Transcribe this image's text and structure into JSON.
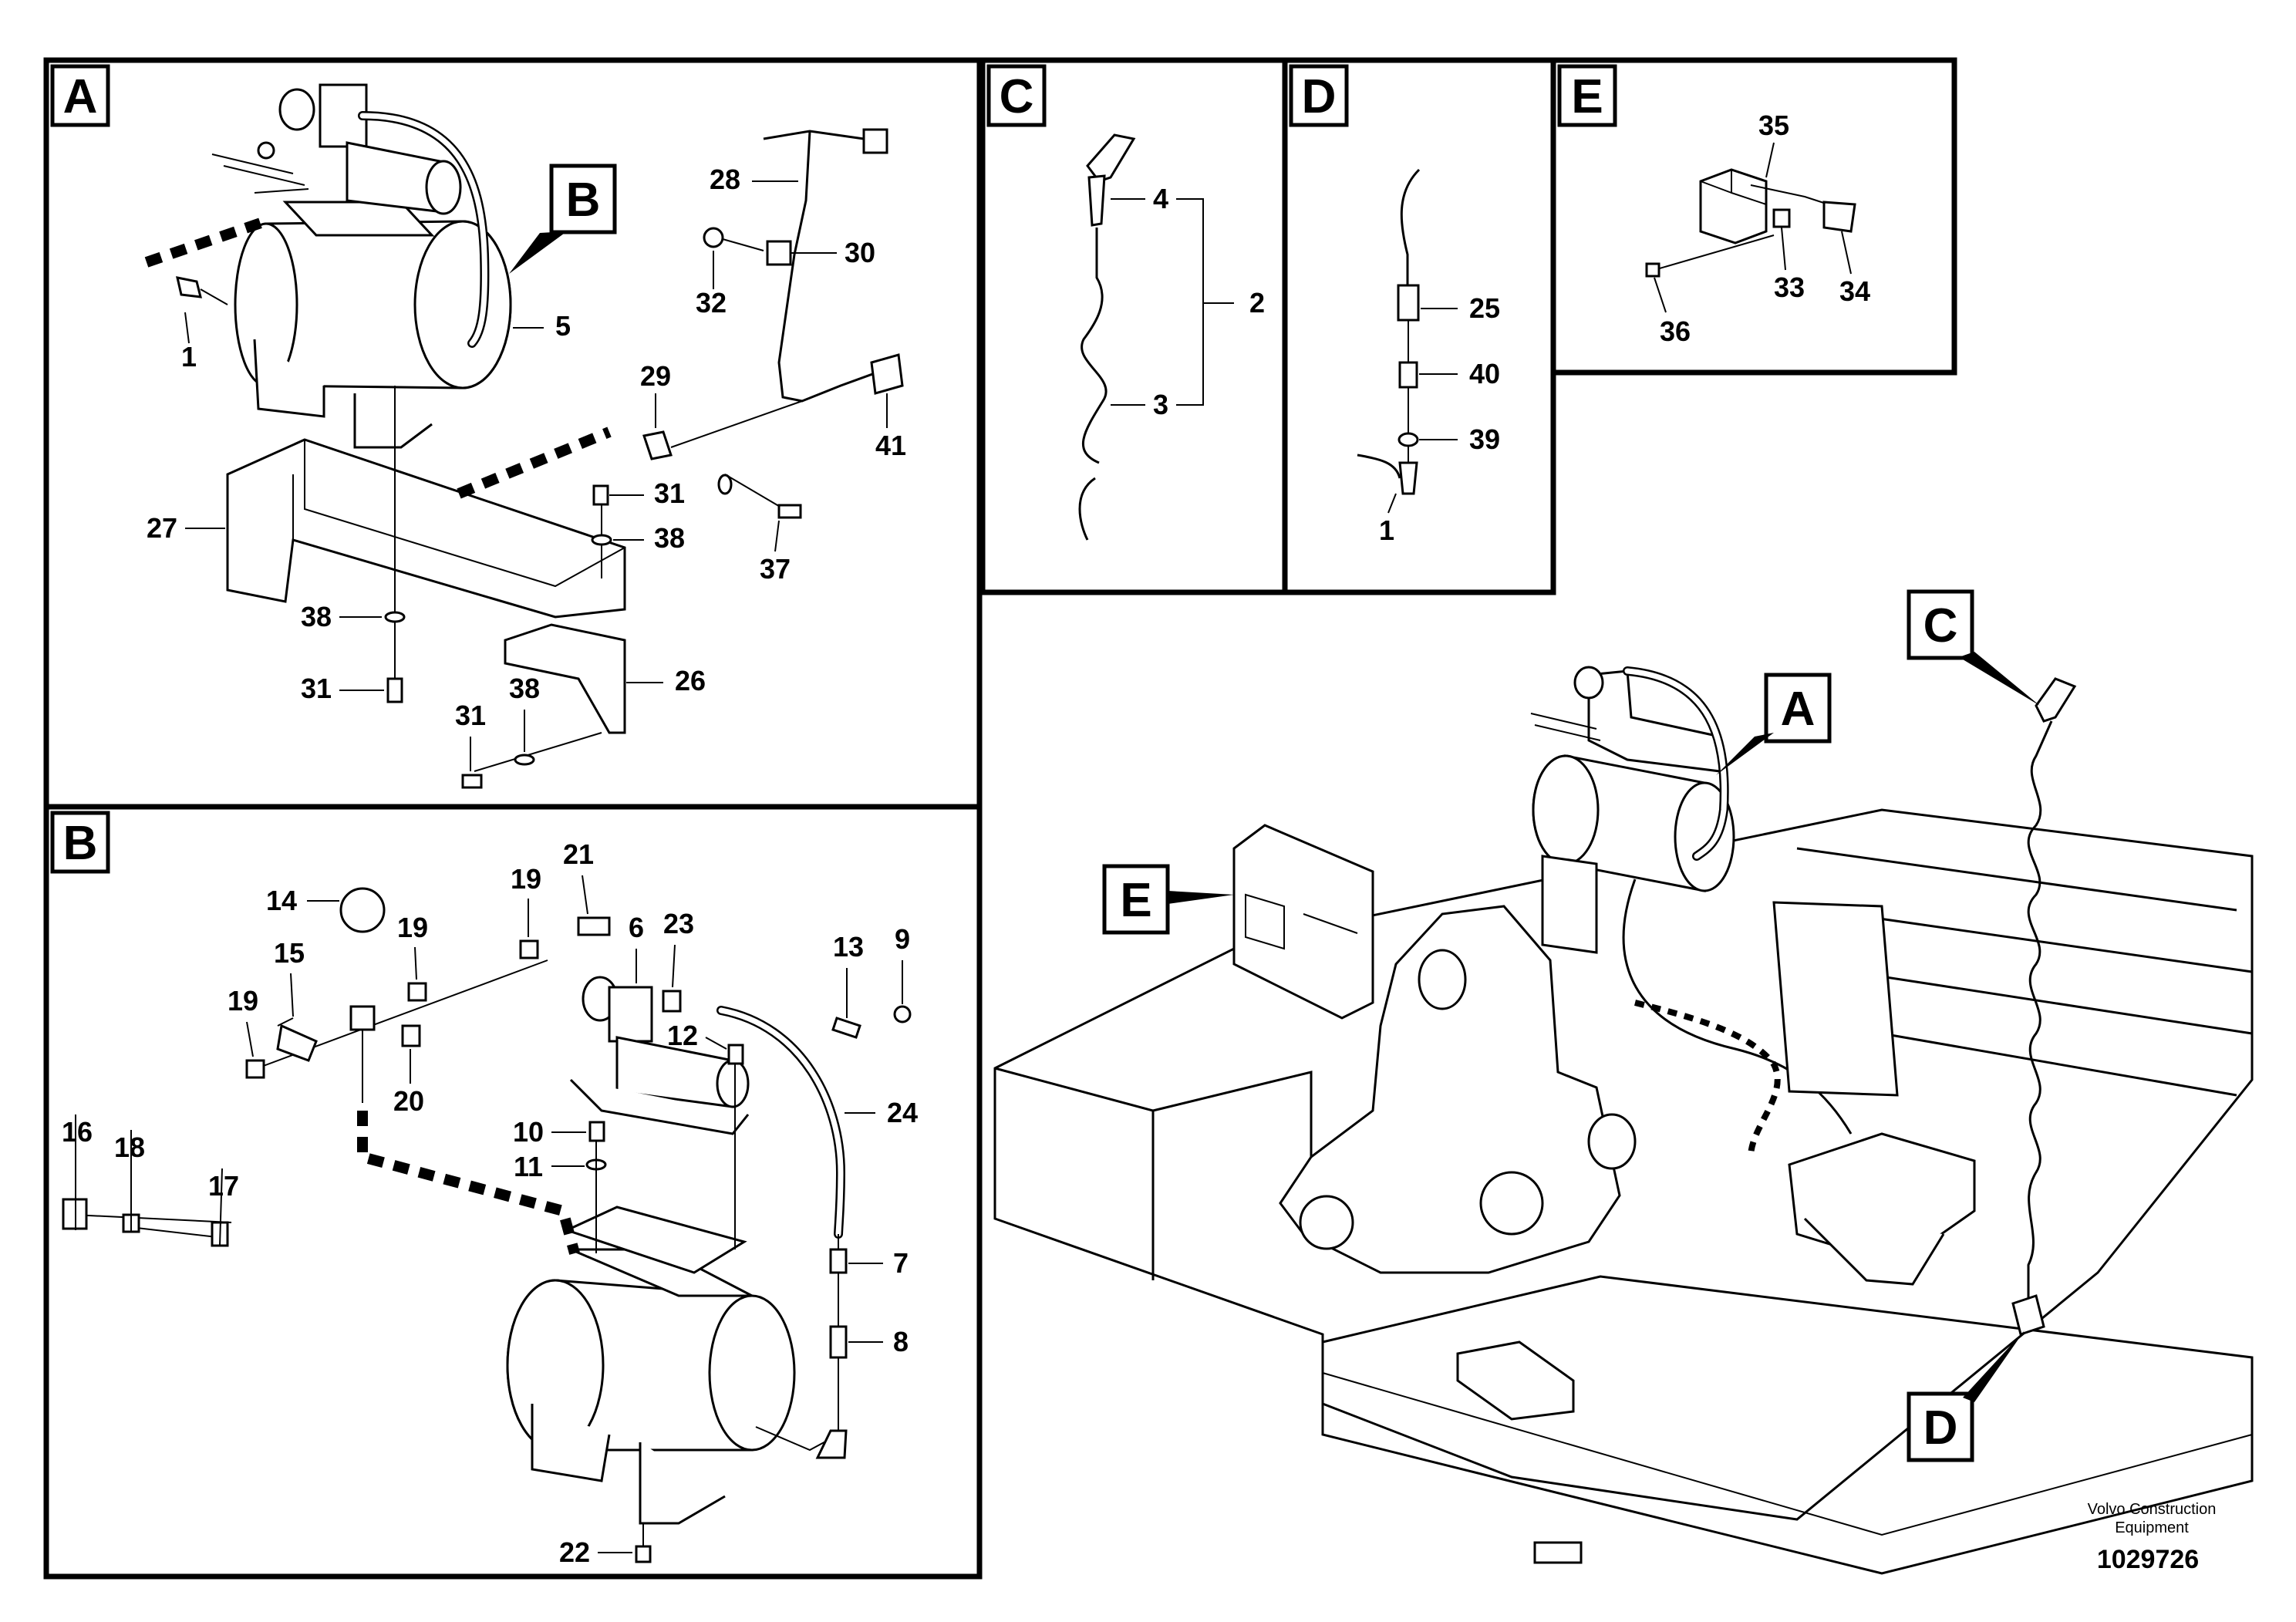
{
  "panels": {
    "A": {
      "tag": "A",
      "ref_B": "B",
      "labels": [
        "1",
        "5",
        "28",
        "30",
        "32",
        "29",
        "41",
        "31",
        "38",
        "37",
        "27",
        "38",
        "31",
        "38",
        "26",
        "31"
      ]
    },
    "B": {
      "tag": "B",
      "labels": [
        "14",
        "21",
        "19",
        "19",
        "15",
        "19",
        "16",
        "18",
        "17",
        "20",
        "6",
        "23",
        "13",
        "9",
        "12",
        "24",
        "10",
        "11",
        "7",
        "8",
        "22"
      ]
    },
    "C": {
      "tag": "C",
      "labels": [
        "4",
        "2",
        "3"
      ]
    },
    "D": {
      "tag": "D",
      "labels": [
        "25",
        "40",
        "39",
        "1"
      ]
    },
    "E": {
      "tag": "E",
      "labels": [
        "35",
        "33",
        "34",
        "36"
      ]
    }
  },
  "overview": {
    "tags": [
      "A",
      "C",
      "E",
      "D"
    ]
  },
  "footer": {
    "company_line1": "Volvo Construction",
    "company_line2": "Equipment",
    "drawing_number": "1029726"
  }
}
